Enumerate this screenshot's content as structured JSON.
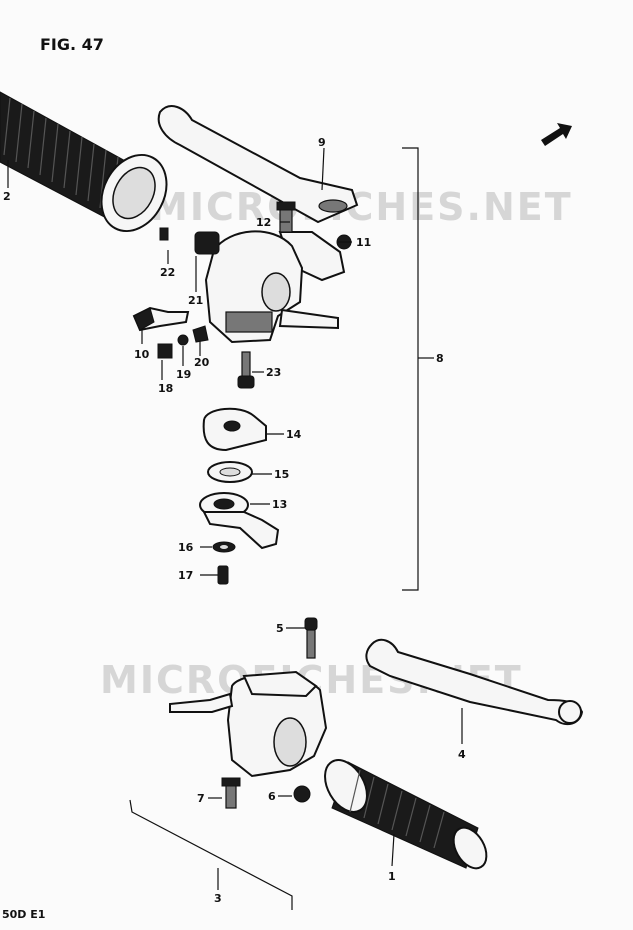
{
  "figure": {
    "title": "FIG. 47",
    "footer_code": "50D E1"
  },
  "watermark": "MICROFICHES.NET",
  "callouts": {
    "c1": "1",
    "c2": "2",
    "c3": "3",
    "c4": "4",
    "c5": "5",
    "c6": "6",
    "c7": "7",
    "c8": "8",
    "c9": "9",
    "c10": "10",
    "c11": "11",
    "c12": "12",
    "c13": "13",
    "c14": "14",
    "c15": "15",
    "c16": "16",
    "c17": "17",
    "c18": "18",
    "c19": "19",
    "c20": "20",
    "c21": "21",
    "c22": "22",
    "c23": "23"
  },
  "icons": {
    "direction_arrow": "front-direction-arrow-icon"
  }
}
